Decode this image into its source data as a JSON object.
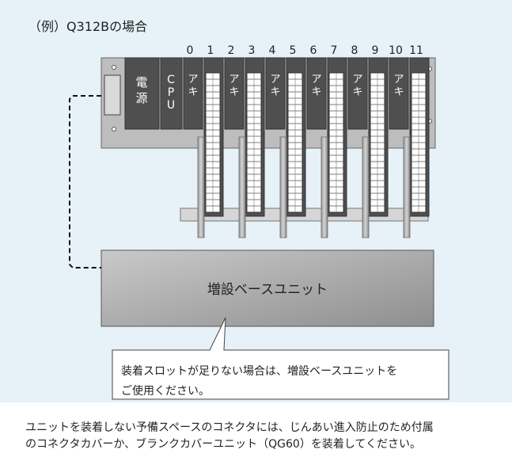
{
  "title": "（例）Q312Bの場合",
  "slot_numbers": [
    "0",
    "1",
    "2",
    "3",
    "4",
    "5",
    "6",
    "7",
    "8",
    "9",
    "10",
    "11"
  ],
  "power_label": [
    "電",
    "源"
  ],
  "cpu_label": [
    "C",
    "P",
    "U"
  ],
  "empty_label": [
    "ア",
    "キ"
  ],
  "extension_label": "増設ベースユニット",
  "callout": {
    "line1": "装着スロットが足りない場合は、増設ベースユニットを",
    "line2": "ご使用ください。"
  },
  "note": {
    "line1": "ユニットを装着しない予備スペースのコネクタには、じんあい進入防止のため付属",
    "line2": "のコネクタカバーか、ブランクカバーユニット（QG60）を装着してください。"
  },
  "colors": {
    "background": "#e6f1f8",
    "module_dark": "#4f4f4f",
    "base_plate": "#bdbdbd"
  }
}
